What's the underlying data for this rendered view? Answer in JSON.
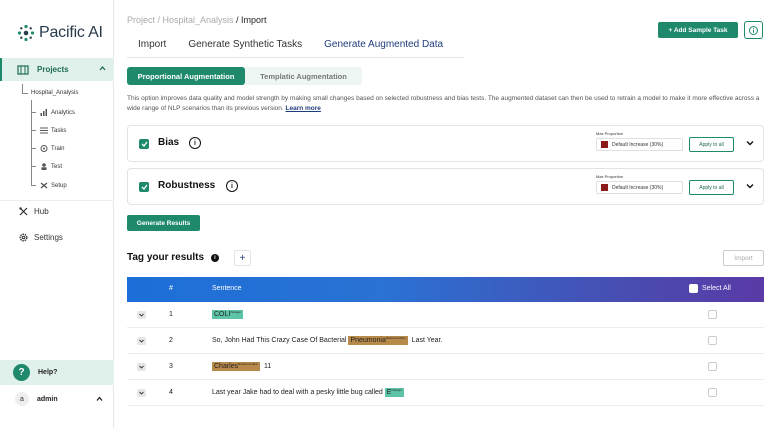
{
  "app": {
    "logo_text": "Pacific AI"
  },
  "sidebar": {
    "projects_label": "Projects",
    "project_name": "Hospital_Analysis",
    "children": [
      {
        "label": "Analytics",
        "icon": "analytics-icon"
      },
      {
        "label": "Tasks",
        "icon": "tasks-icon"
      },
      {
        "label": "Train",
        "icon": "train-icon"
      },
      {
        "label": "Test",
        "icon": "test-icon"
      },
      {
        "label": "Setup",
        "icon": "setup-icon"
      }
    ],
    "hub_label": "Hub",
    "settings_label": "Settings",
    "help_label": "Help?",
    "user_initial": "a",
    "user_name": "admin"
  },
  "header": {
    "breadcrumb_path": "Project / Hospital_Analysis",
    "breadcrumb_current": " / Import",
    "tabs": [
      "Import",
      "Generate Synthetic Tasks",
      "Generate Augmented Data"
    ],
    "active_tab": 2,
    "add_sample_label": "+ Add Sample Task"
  },
  "augmentation": {
    "modes": [
      "Proportional Augmentation",
      "Templatic Augmentation"
    ],
    "active_mode": 0,
    "description": "This option improves data quality and model strength by making small changes based on selected robustness and bias tests. The augmented dataset can then be used to retrain a model to make it more effective across a wide range of NLP scenarios than its previous version.",
    "learn_more": "Learn more",
    "cards": [
      {
        "title": "Bias",
        "max_proportion_label": "Max Proportion",
        "selected": "Default Increase (30%)",
        "apply_label": "Apply to all"
      },
      {
        "title": "Robustness",
        "max_proportion_label": "Max Proportion",
        "selected": "Default Increase (30%)",
        "apply_label": "Apply to all"
      }
    ],
    "generate_label": "Generate Results"
  },
  "results": {
    "title": "Tag your results",
    "add_label": "+",
    "import_label": "Import",
    "columns": {
      "num": "#",
      "sentence": "Sentence",
      "select_all": "Select All"
    },
    "rows": [
      {
        "num": "1",
        "segments": [
          {
            "text": "COLI",
            "entity": "Pathogen",
            "color": "#5ec4a8"
          }
        ]
      },
      {
        "num": "2",
        "segments": [
          {
            "text": "So, John Had This Crazy Case Of Bacterial "
          },
          {
            "text": "Pneumonia",
            "entity": "Medical Condition",
            "color": "#b78a4a"
          },
          {
            "text": " Last Year."
          }
        ]
      },
      {
        "num": "3",
        "segments": [
          {
            "text": "Charles",
            "entity": "Medical Condition",
            "color": "#b78a4a"
          },
          {
            "text": " 11"
          }
        ]
      },
      {
        "num": "4",
        "segments": [
          {
            "text": "Last year Jake had to deal with a pesky little bug called "
          },
          {
            "text": "E",
            "entity": "Pathogen",
            "color": "#5ec4a8"
          }
        ]
      }
    ]
  },
  "colors": {
    "primary": "#1e8a6b",
    "header_gradient_start": "#1c6fd8",
    "header_gradient_end": "#5a3aa6"
  }
}
